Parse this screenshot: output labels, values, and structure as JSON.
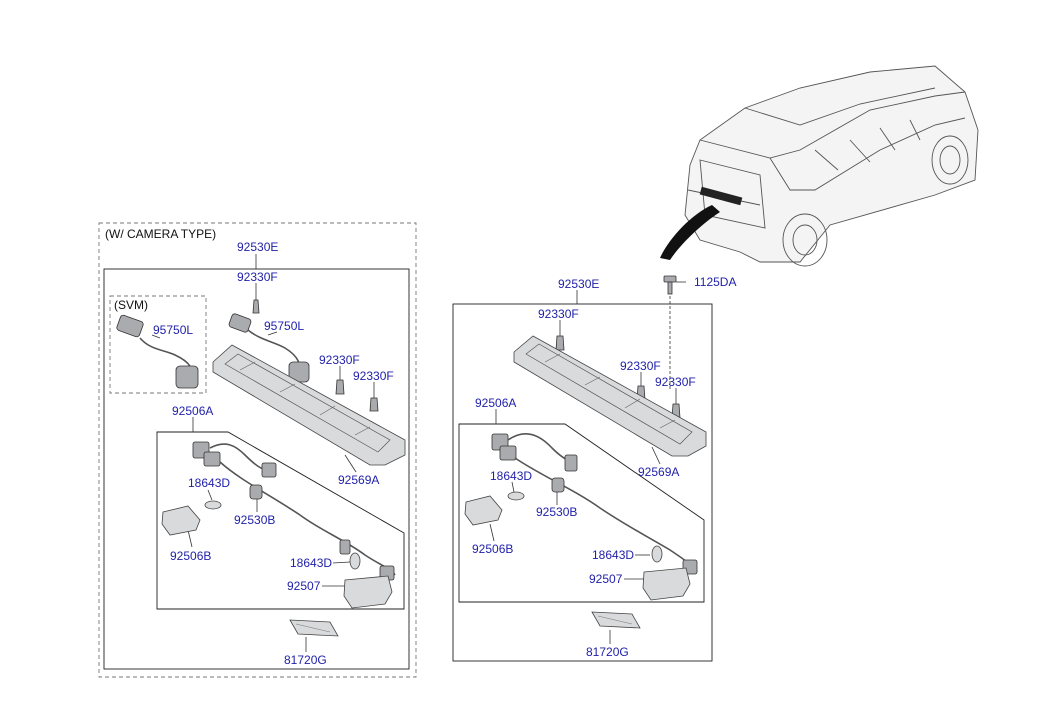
{
  "left_panel": {
    "header": "(W/ CAMERA TYPE)",
    "svm_header": "(SVM)",
    "labels": {
      "p92530E": "92530E",
      "p92330F_top": "92330F",
      "p95750L_svm": "95750L",
      "p95750L": "95750L",
      "p92330F_mid": "92330F",
      "p92330F_right": "92330F",
      "p92506A": "92506A",
      "p92569A": "92569A",
      "p18643D_a": "18643D",
      "p92530B": "92530B",
      "p92506B": "92506B",
      "p18643D_b": "18643D",
      "p92507": "92507",
      "p81720G": "81720G"
    }
  },
  "right_panel": {
    "labels": {
      "p1125DA": "1125DA",
      "p92530E": "92530E",
      "p92330F_top": "92330F",
      "p92330F_mid": "92330F",
      "p92330F_right": "92330F",
      "p92506A": "92506A",
      "p92569A": "92569A",
      "p18643D_a": "18643D",
      "p92530B": "92530B",
      "p92506B": "92506B",
      "p18643D_b": "18643D",
      "p92507": "92507",
      "p81720G": "81720G"
    }
  },
  "colors": {
    "label": "#1f1fa8",
    "line": "#333333",
    "part": "#d9dadc"
  }
}
